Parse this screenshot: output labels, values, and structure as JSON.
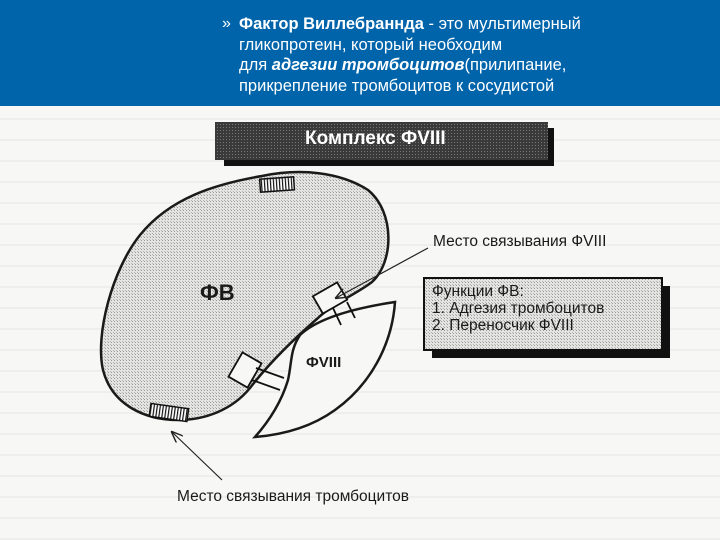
{
  "banner": {
    "bullet_glyph": "»",
    "term": "Фактор Виллебраннда",
    "dash": " - ",
    "line1_rest": "это мультимерный",
    "line2": "гликопротеин, который необходим",
    "line3_prefix": "для ",
    "line3_emph": "адгезии тромбоцитов",
    "line3_rest": "(прилипание,",
    "line4": "прикрепление тромбоцитов к сосудистой",
    "background_color": "#0064ab",
    "text_color": "#ffffff"
  },
  "diagram": {
    "title": "Комплекс ФVIII",
    "vwf_label": "ФВ",
    "fviii_label": "ФVIII",
    "fviii_binding_site_label": "Место связывания ФVIII",
    "platelet_binding_site_label": "Место связывания тромбоцитов",
    "functions_box": {
      "title": "Функции ФВ:",
      "items": [
        "1. Адгезия тромбоцитов",
        "2. Переносчик ФVIII"
      ]
    }
  }
}
